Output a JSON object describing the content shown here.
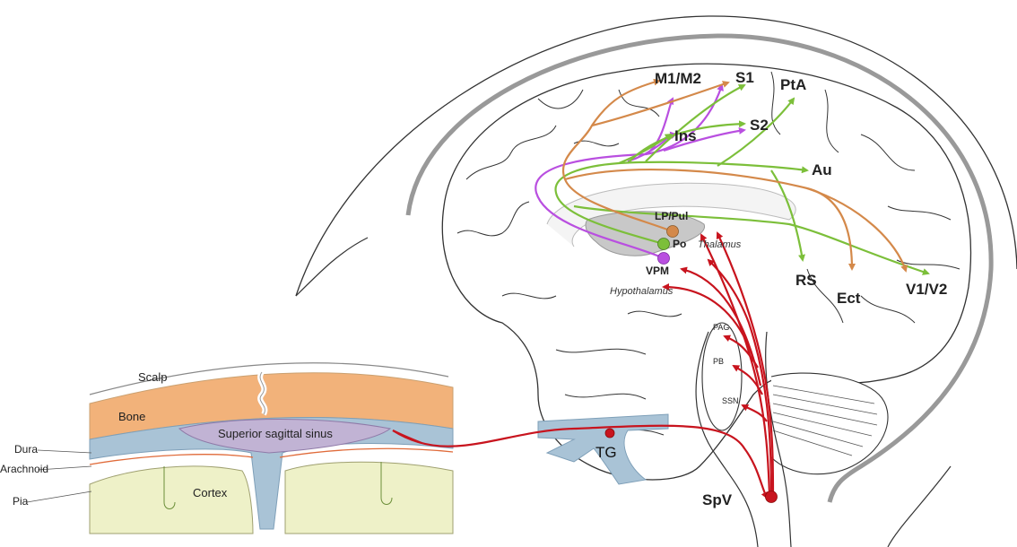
{
  "colors": {
    "bone": "#f2b27a",
    "scalp_line": "#888888",
    "dura": "#a9c3d6",
    "sinus": "#c1b3d4",
    "cortex": "#eef1c8",
    "arachnoid_line": "#e06b3a",
    "tg": "#a9c3d6",
    "thalamus": "#c8c8c8",
    "red_path": "#c8141e",
    "purple_path": "#b94fe0",
    "green_path": "#7cbf3a",
    "orange_path": "#d4894a",
    "skull": "#999999"
  },
  "layers": {
    "scalp": "Scalp",
    "bone": "Bone",
    "sinus": "Superior sagittal sinus",
    "cortex": "Cortex",
    "dura": "Dura",
    "arachnoid": "Arachnoid",
    "pia": "Pia"
  },
  "ganglia": {
    "tg": "TG",
    "spv": "SpV"
  },
  "brainstem": {
    "pag": "PAG",
    "pb": "PB",
    "ssn": "SSN"
  },
  "thalamus": {
    "lp_pul": "LP/Pul",
    "po": "Po",
    "vpm": "VPM",
    "thalamus": "Thalamus",
    "hypothalamus": "Hypothalamus"
  },
  "cortical_targets": {
    "m1_m2": "M1/M2",
    "s1": "S1",
    "pta": "PtA",
    "ins": "Ins",
    "s2": "S2",
    "au": "Au",
    "rs": "RS",
    "ect": "Ect",
    "v1_v2": "V1/V2"
  }
}
